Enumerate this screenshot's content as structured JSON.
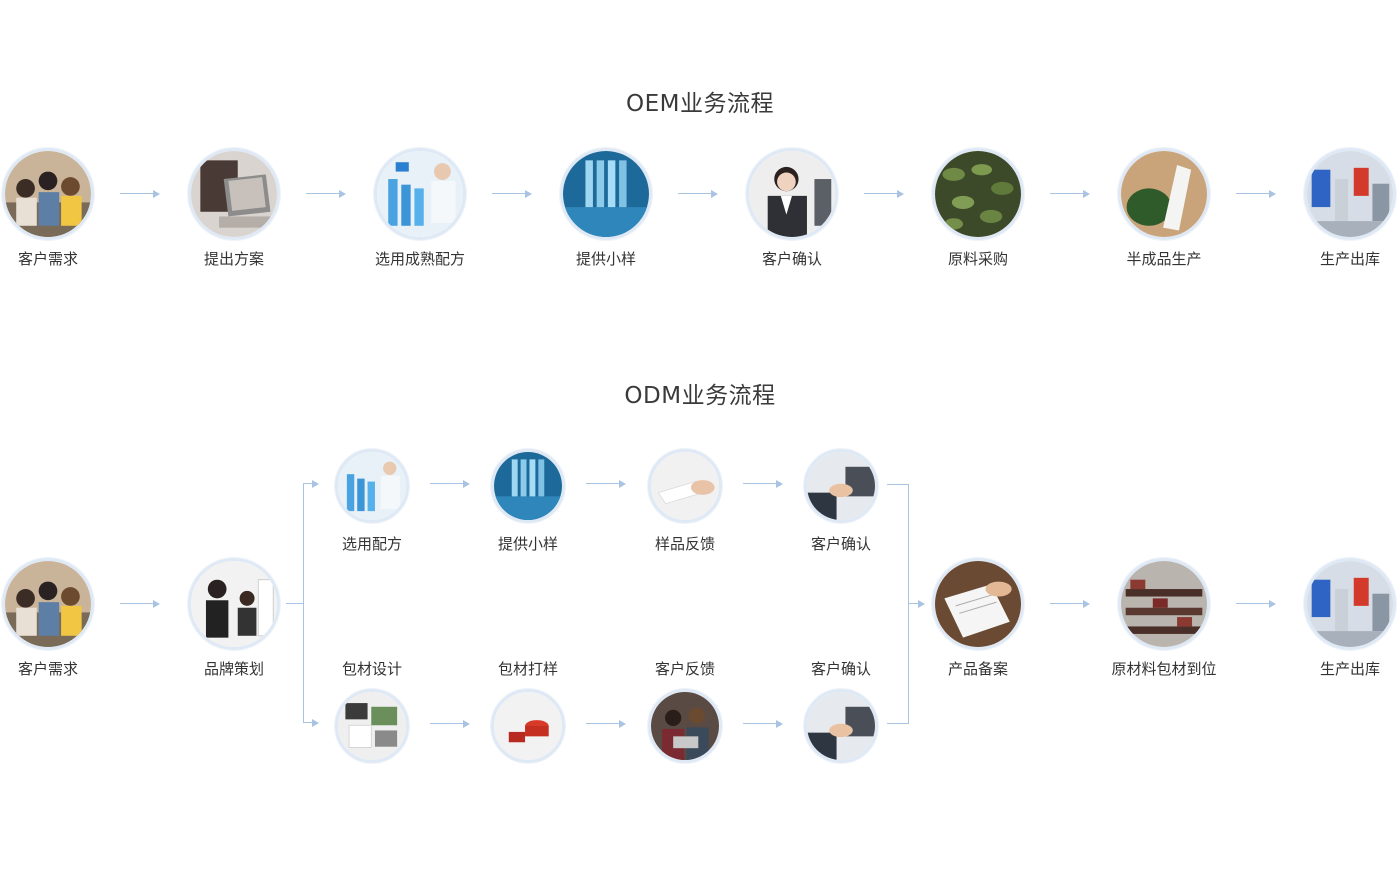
{
  "oem": {
    "title": "OEM业务流程",
    "steps": [
      "客户需求",
      "提出方案",
      "选用成熟配方",
      "提供小样",
      "客户确认",
      "原料采购",
      "半成品生产",
      "生产出库"
    ]
  },
  "odm": {
    "title": "ODM业务流程",
    "start": [
      "客户需求",
      "品牌策划"
    ],
    "upper": [
      "选用配方",
      "提供小样",
      "样品反馈",
      "客户确认"
    ],
    "lower": [
      "包材设计",
      "包材打样",
      "客户反馈",
      "客户确认"
    ],
    "end": [
      "产品备案",
      "原材料包材到位",
      "生产出库"
    ]
  },
  "colors": {
    "connector": "#a9c3e3",
    "ring": "#dfe9f5",
    "text": "#333333"
  },
  "icons": {
    "oem": [
      "meeting-photo",
      "laptop-photo",
      "lab-photo",
      "test-tubes-photo",
      "call-center-photo",
      "leaves-photo",
      "cosmetic-tube-photo",
      "factory-photo"
    ],
    "odm_start": [
      "meeting-photo",
      "branding-photo"
    ],
    "odm_upper": [
      "lab-photo",
      "test-tubes-photo",
      "feedback-photo",
      "handshake-photo"
    ],
    "odm_lower": [
      "design-photo",
      "packaging-sample-photo",
      "customer-feedback-photo",
      "handshake-photo"
    ],
    "odm_end": [
      "filing-photo",
      "warehouse-photo",
      "factory-photo"
    ]
  }
}
